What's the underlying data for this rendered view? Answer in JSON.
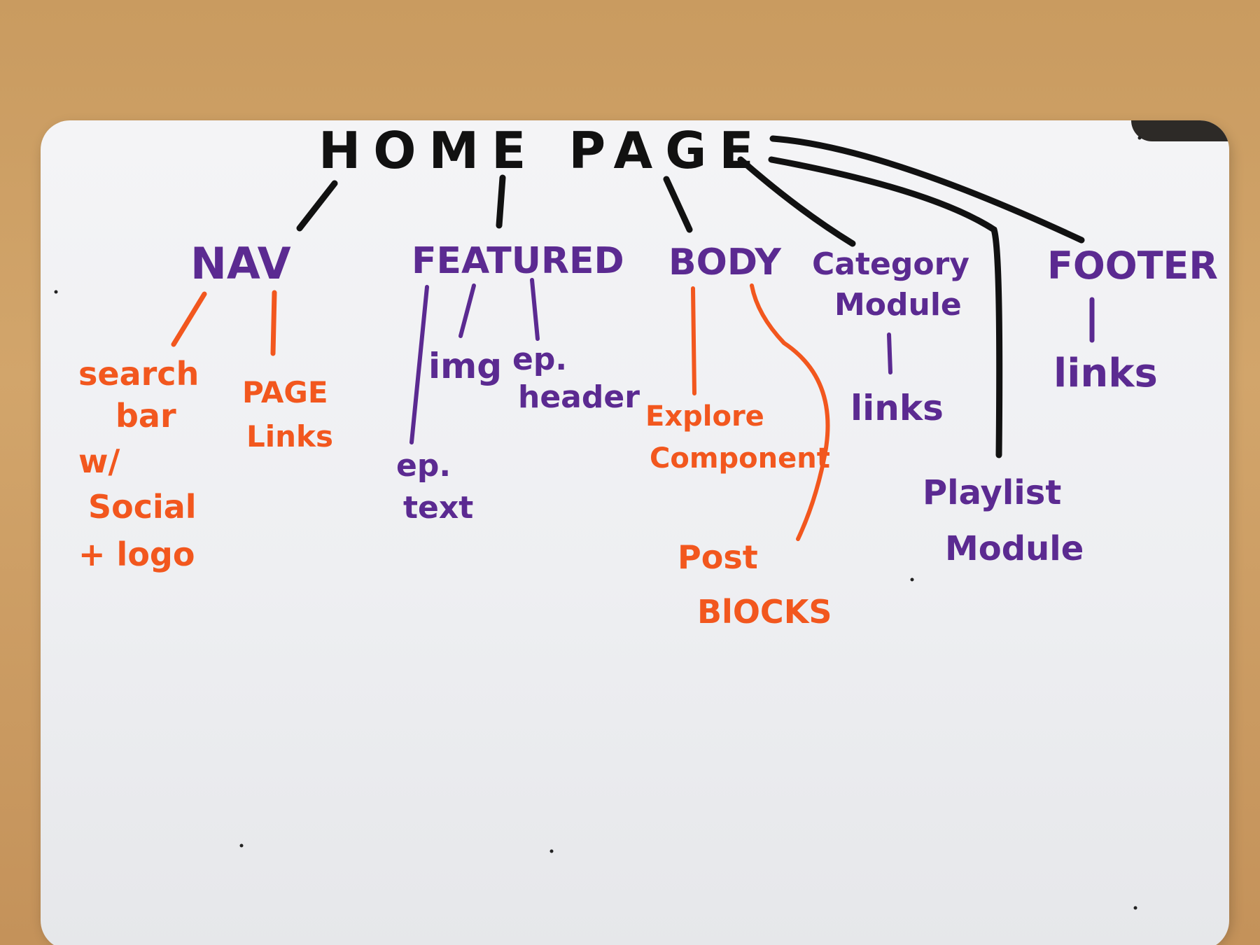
{
  "diagram": {
    "root": {
      "label": "HOME PAGE",
      "color": "#111111"
    },
    "sections": [
      {
        "id": "nav",
        "label": [
          "NAV"
        ],
        "color": "#5b2a91",
        "children": [
          {
            "label": [
              "search",
              "bar",
              "w/",
              "Social",
              "+ logo"
            ],
            "color": "#f2571e"
          },
          {
            "label": [
              "PAGE",
              "Links"
            ],
            "color": "#f2571e"
          }
        ]
      },
      {
        "id": "featured",
        "label": [
          "FEATURED"
        ],
        "color": "#5b2a91",
        "children": [
          {
            "label": [
              "ep.",
              "text"
            ],
            "color": "#5b2a91"
          },
          {
            "label": [
              "img"
            ],
            "color": "#5b2a91"
          },
          {
            "label": [
              "ep.",
              "header"
            ],
            "color": "#5b2a91"
          }
        ]
      },
      {
        "id": "body",
        "label": [
          "BODY"
        ],
        "color": "#5b2a91",
        "children": [
          {
            "label": [
              "Explore",
              "Component"
            ],
            "color": "#f2571e"
          },
          {
            "label": [
              "Post",
              "BlOCKS"
            ],
            "color": "#f2571e"
          }
        ]
      },
      {
        "id": "category",
        "label": [
          "Category",
          "Module"
        ],
        "color": "#5b2a91",
        "children": [
          {
            "label": [
              "links"
            ],
            "color": "#5b2a91"
          }
        ]
      },
      {
        "id": "playlist",
        "label": [
          "Playlist",
          "Module"
        ],
        "color": "#5b2a91",
        "children": []
      },
      {
        "id": "footer",
        "label": [
          "FOOTER"
        ],
        "color": "#5b2a91",
        "children": [
          {
            "label": [
              "links"
            ],
            "color": "#5b2a91"
          }
        ]
      }
    ]
  }
}
